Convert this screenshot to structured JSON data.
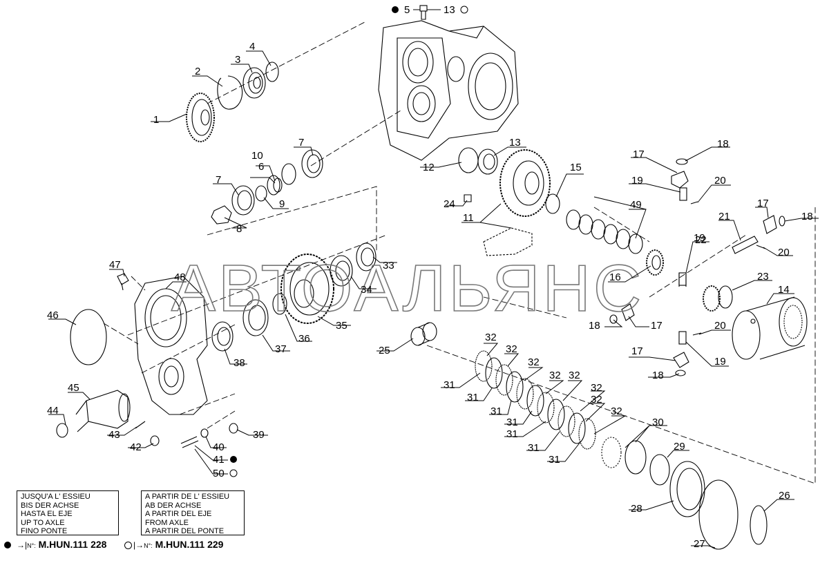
{
  "watermark": "АВТОАЛЬЯНС",
  "callouts": [
    "1",
    "2",
    "3",
    "4",
    "5",
    "6",
    "7",
    "7",
    "8",
    "9",
    "10",
    "11",
    "12",
    "13",
    "13",
    "14",
    "15",
    "16",
    "17",
    "17",
    "17",
    "17",
    "18",
    "18",
    "18",
    "18",
    "19",
    "19",
    "19",
    "20",
    "20",
    "20",
    "21",
    "22",
    "23",
    "24",
    "25",
    "26",
    "27",
    "28",
    "29",
    "30",
    "31",
    "31",
    "31",
    "31",
    "31",
    "31",
    "31",
    "32",
    "32",
    "32",
    "32",
    "32",
    "32",
    "32",
    "32",
    "33",
    "34",
    "35",
    "36",
    "37",
    "38",
    "39",
    "40",
    "41",
    "42",
    "43",
    "44",
    "45",
    "46",
    "47",
    "48",
    "49",
    "50"
  ],
  "legend_left": {
    "lines": [
      "JUSQU'A L' ESSIEU",
      "BIS DER ACHSE",
      "HASTA EL EJE",
      "UP TO AXLE",
      "FINO PONTE"
    ],
    "prefix": "N°:",
    "serial": "M.HUN.111 228"
  },
  "legend_right": {
    "lines": [
      "A PARTIR DE L' ESSIEU",
      "AB DER ACHSE",
      "A PARTIR DEL EJE",
      "FROM AXLE",
      "A PARTIR DEL PONTE"
    ],
    "prefix": "N°:",
    "serial": "M.HUN.111 229"
  }
}
